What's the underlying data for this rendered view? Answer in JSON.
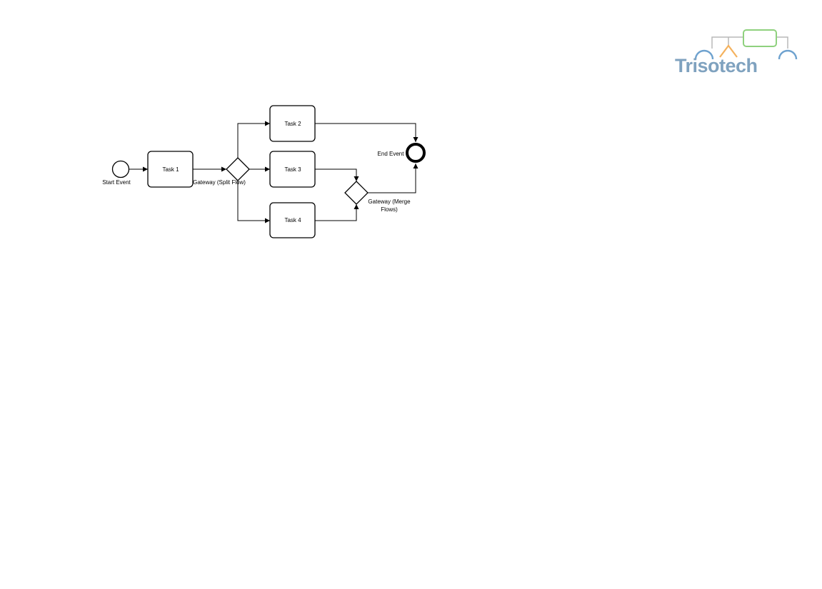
{
  "diagram": {
    "start_event": {
      "label": "Start Event"
    },
    "end_event": {
      "label": "End Event"
    },
    "tasks": [
      {
        "label": "Task 1"
      },
      {
        "label": "Task 2"
      },
      {
        "label": "Task 3"
      },
      {
        "label": "Task 4"
      }
    ],
    "split_gateway": {
      "label": "Gateway (Split Flow)"
    },
    "merge_gateway": {
      "label_line1": "Gateway (Merge",
      "label_line2": "Flows)"
    }
  },
  "logo": {
    "text": "Trisotech",
    "colors": {
      "text": "#7fa2bf",
      "arch": "#6ea2cf",
      "triangle": "#f4b25e",
      "box": "#8fd17e",
      "connector": "#b9b9b9"
    }
  }
}
